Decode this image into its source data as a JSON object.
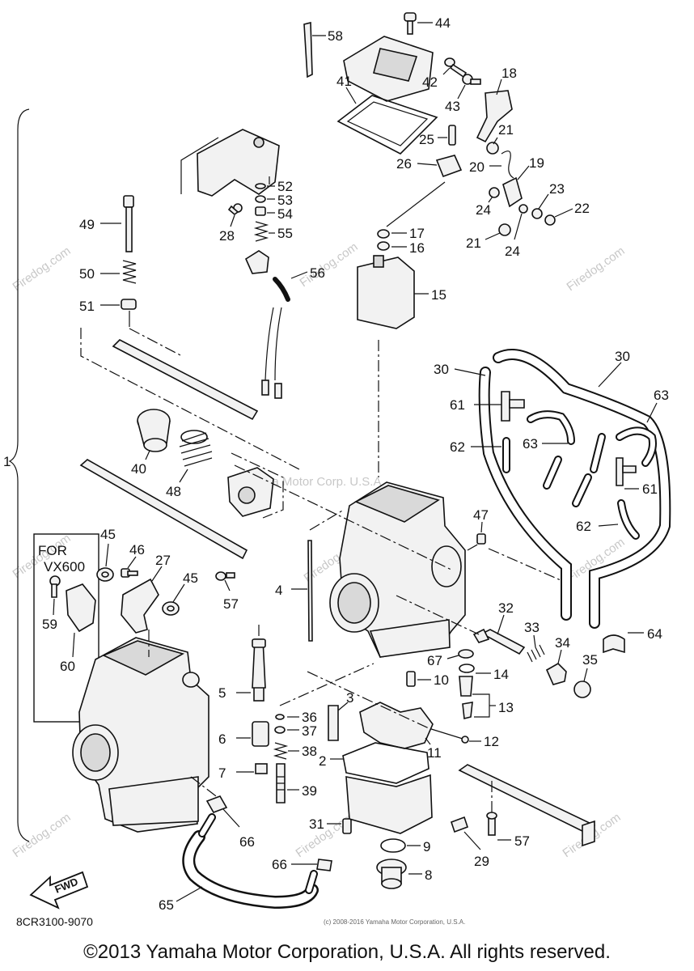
{
  "diagram_code": "8CR3100-9070",
  "copyright": "©2013 Yamaha Motor Corporation, U.S.A. All rights reserved.",
  "variant_label_line1": "FOR",
  "variant_label_line2": "VX600",
  "fwd_label": "FWD",
  "watermarks": {
    "center": "Yamaha Motor Corp. U.S.A.",
    "firedog": "Firedog.com",
    "footer_small": "(c) 2008-2016 Yamaha Motor Corporation, U.S.A."
  },
  "assembly_label": "1",
  "callouts": {
    "c2": "2",
    "c3": "3",
    "c4": "4",
    "c5": "5",
    "c6": "6",
    "c7": "7",
    "c8": "8",
    "c9": "9",
    "c10": "10",
    "c11": "11",
    "c12": "12",
    "c13": "13",
    "c14": "14",
    "c15": "15",
    "c16": "16",
    "c17": "17",
    "c18": "18",
    "c19": "19",
    "c20": "20",
    "c21a": "21",
    "c21b": "21",
    "c22": "22",
    "c23": "23",
    "c24a": "24",
    "c24b": "24",
    "c25": "25",
    "c26": "26",
    "c27": "27",
    "c28": "28",
    "c29": "29",
    "c30a": "30",
    "c30b": "30",
    "c31": "31",
    "c32": "32",
    "c33": "33",
    "c34": "34",
    "c35": "35",
    "c36": "36",
    "c37": "37",
    "c38": "38",
    "c39": "39",
    "c40": "40",
    "c41": "41",
    "c42": "42",
    "c43": "43",
    "c44": "44",
    "c45a": "45",
    "c45b": "45",
    "c46": "46",
    "c47": "47",
    "c48": "48",
    "c49": "49",
    "c50": "50",
    "c51": "51",
    "c52": "52",
    "c53": "53",
    "c54": "54",
    "c55": "55",
    "c56": "56",
    "c57a": "57",
    "c57b": "57",
    "c58": "58",
    "c59": "59",
    "c60": "60",
    "c61a": "61",
    "c61b": "61",
    "c62a": "62",
    "c62b": "62",
    "c63a": "63",
    "c63b": "63",
    "c64": "64",
    "c65": "65",
    "c66a": "66",
    "c66b": "66",
    "c67": "67"
  }
}
